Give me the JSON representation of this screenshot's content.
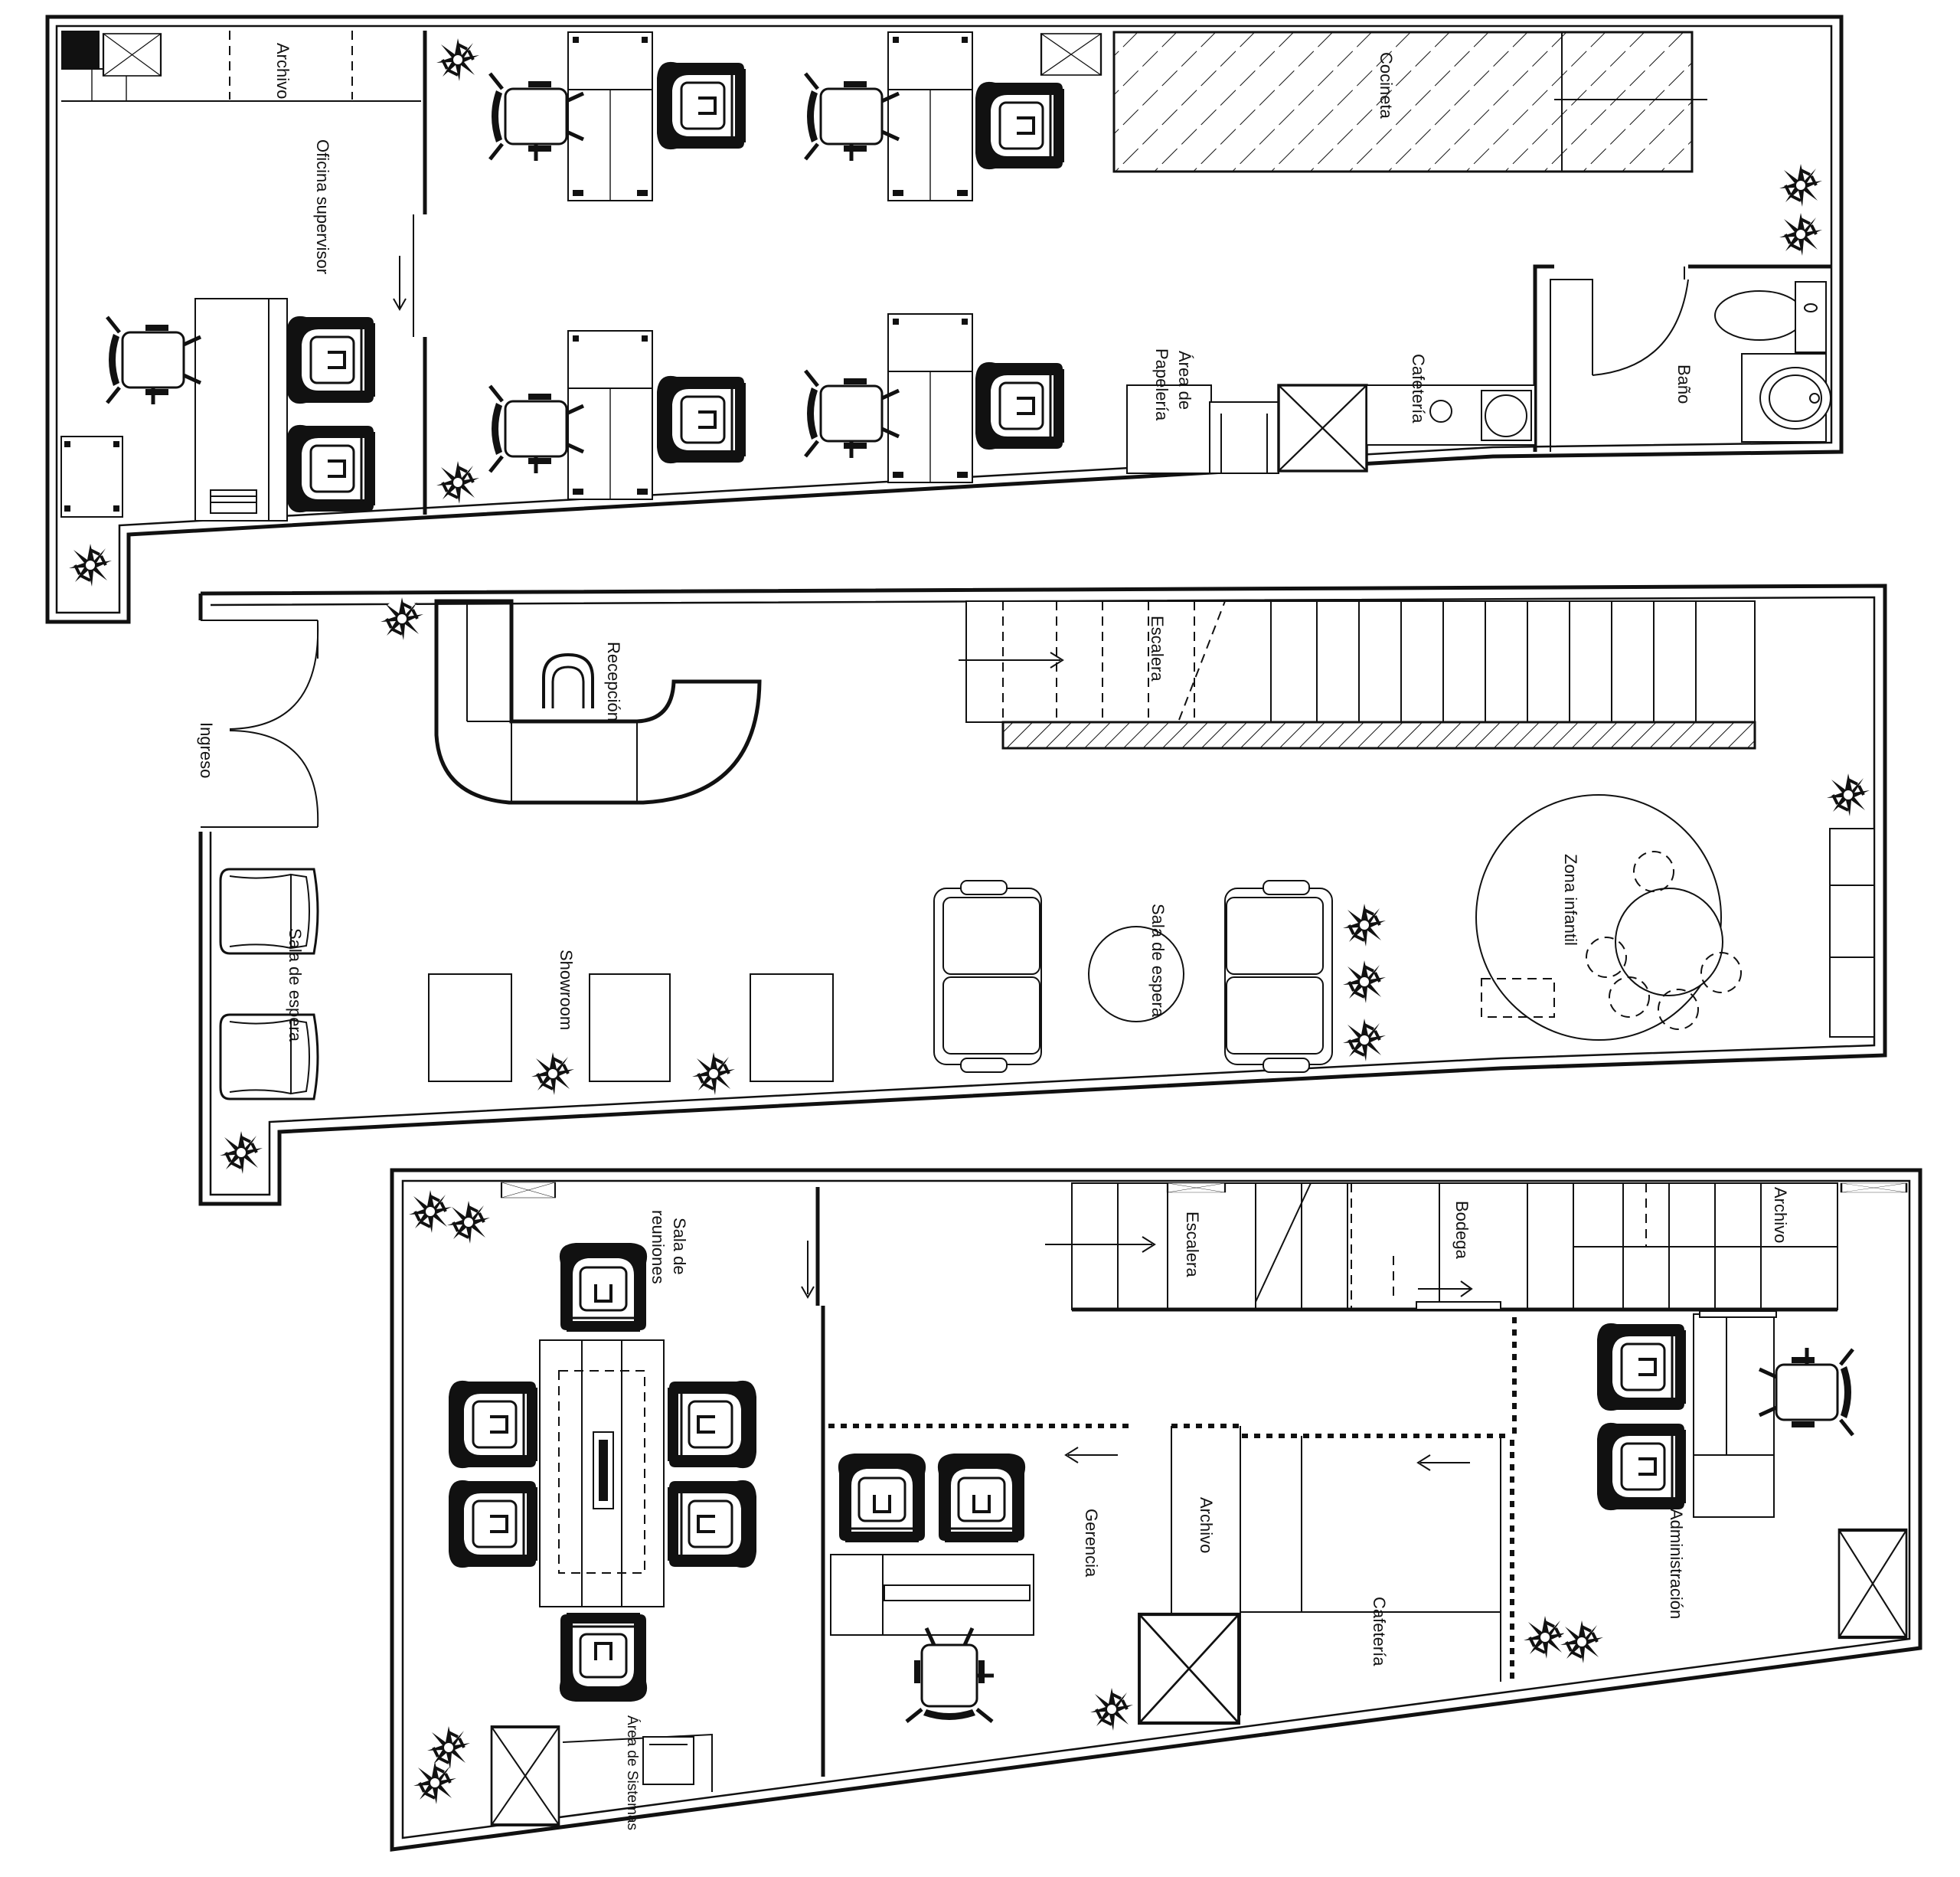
{
  "labels": {
    "archivo_top": "Archivo",
    "oficina_supervisor": "Oficina supervisor",
    "cocineta": "Cocineta",
    "area_papeleria_1": "Área de",
    "area_papeleria_2": "Papelería",
    "cafeteria_top": "Cafetería",
    "bano": "Baño",
    "escalera_mid": "Escalera",
    "recepcion": "Recepción",
    "ingreso": "Ingreso",
    "sala_espera_left": "Sala de espera",
    "showroom": "Showroom",
    "sala_espera_mid": "Sala de espera",
    "zona_infantil": "Zona infantil",
    "sala_reuniones_1": "Sala de",
    "sala_reuniones_2": "reuniones",
    "escalera_bottom": "Escalera",
    "bodega": "Bodega",
    "archivo_bottom_right": "Archivo",
    "gerencia": "Gerencia",
    "archivo_bottom_mid": "Archivo",
    "cafeteria_bottom": "Cafetería",
    "administracion": "Administración",
    "area_sistemas": "Área de Sistemas"
  },
  "colors": {
    "line": "#111111",
    "background": "#ffffff"
  },
  "icons": [
    "plant-icon",
    "office-chair-icon",
    "armchair-icon",
    "toilet-icon",
    "sink-icon",
    "door-swing-icon",
    "stair-arrow-icon"
  ]
}
